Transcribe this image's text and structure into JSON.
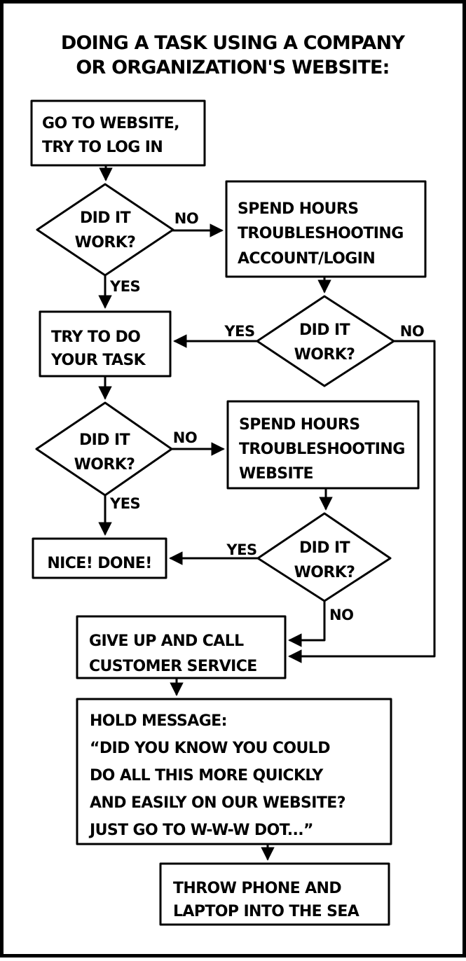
{
  "comic": {
    "title_line1": "DOING A TASK USING A COMPANY",
    "title_line2": "OR ORGANIZATION'S WEBSITE:"
  },
  "colors": {
    "ink": "#000000",
    "paper": "#ffffff"
  },
  "nodes": {
    "start": {
      "type": "process",
      "lines": [
        "GO TO WEBSITE,",
        "TRY TO LOG IN"
      ]
    },
    "decision1": {
      "type": "decision",
      "lines": [
        "DID IT",
        "WORK?"
      ]
    },
    "troubleshoot_login": {
      "type": "process",
      "lines": [
        "SPEND HOURS",
        "TROUBLESHOOTING",
        "ACCOUNT/LOGIN"
      ]
    },
    "decision2": {
      "type": "decision",
      "lines": [
        "DID IT",
        "WORK?"
      ]
    },
    "try_task": {
      "type": "process",
      "lines": [
        "TRY TO DO",
        "YOUR TASK"
      ]
    },
    "decision3": {
      "type": "decision",
      "lines": [
        "DID IT",
        "WORK?"
      ]
    },
    "troubleshoot_website": {
      "type": "process",
      "lines": [
        "SPEND HOURS",
        "TROUBLESHOOTING",
        "WEBSITE"
      ]
    },
    "decision4": {
      "type": "decision",
      "lines": [
        "DID IT",
        "WORK?"
      ]
    },
    "done": {
      "type": "process",
      "lines": [
        "NICE! DONE!"
      ]
    },
    "give_up": {
      "type": "process",
      "lines": [
        "GIVE UP AND CALL",
        "CUSTOMER SERVICE"
      ]
    },
    "hold_message": {
      "type": "process",
      "lines": [
        "HOLD MESSAGE:",
        "“DID YOU KNOW YOU COULD",
        "DO ALL THIS MORE QUICKLY",
        "AND EASILY ON OUR WEBSITE?",
        "JUST GO TO W-W-W DOT...”"
      ]
    },
    "throw_sea": {
      "type": "process",
      "lines": [
        "THROW PHONE AND",
        "LAPTOP INTO THE SEA"
      ]
    }
  },
  "edges": [
    {
      "from": "start",
      "to": "decision1",
      "label": ""
    },
    {
      "from": "decision1",
      "to": "troubleshoot_login",
      "label": "NO"
    },
    {
      "from": "decision1",
      "to": "try_task",
      "label": "YES"
    },
    {
      "from": "troubleshoot_login",
      "to": "decision2",
      "label": ""
    },
    {
      "from": "decision2",
      "to": "try_task",
      "label": "YES"
    },
    {
      "from": "decision2",
      "to": "give_up",
      "label": "NO"
    },
    {
      "from": "try_task",
      "to": "decision3",
      "label": ""
    },
    {
      "from": "decision3",
      "to": "troubleshoot_website",
      "label": "NO"
    },
    {
      "from": "decision3",
      "to": "done",
      "label": "YES"
    },
    {
      "from": "troubleshoot_website",
      "to": "decision4",
      "label": ""
    },
    {
      "from": "decision4",
      "to": "done",
      "label": "YES"
    },
    {
      "from": "decision4",
      "to": "give_up",
      "label": "NO"
    },
    {
      "from": "give_up",
      "to": "hold_message",
      "label": ""
    },
    {
      "from": "hold_message",
      "to": "throw_sea",
      "label": ""
    }
  ]
}
